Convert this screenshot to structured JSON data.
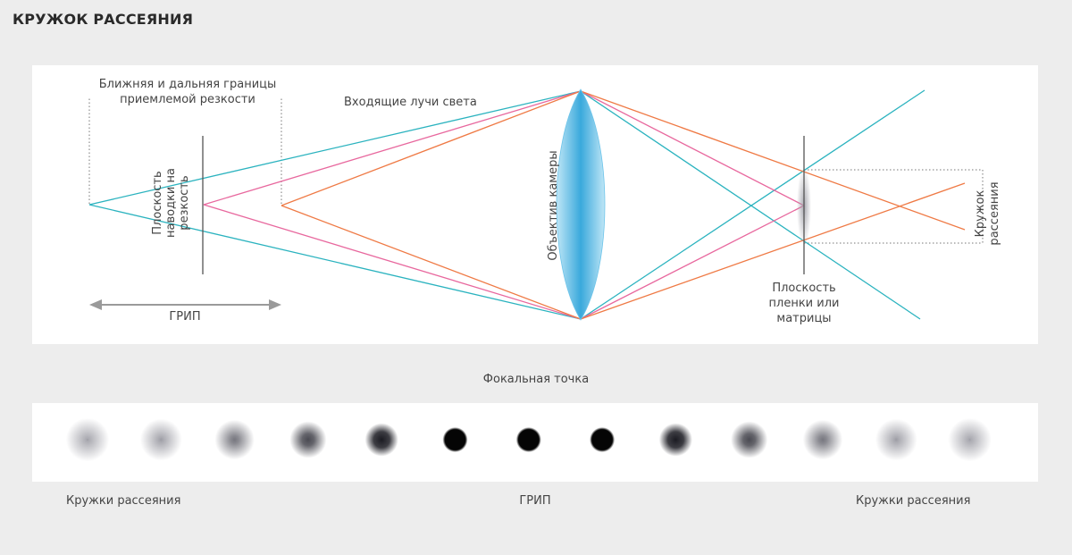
{
  "title": "КРУЖОК РАССЕЯНИЯ",
  "labels": {
    "limits_line1": "Ближняя и дальняя границы",
    "limits_line2": "приемлемой резкости",
    "incoming_rays": "Входящие лучи света",
    "focus_plane_line1": "Плоскость",
    "focus_plane_line2": "наводки на",
    "focus_plane_line3": "резкость",
    "lens": "Объектив камеры",
    "film_plane_line1": "Плоскость",
    "film_plane_line2": "пленки или",
    "film_plane_line3": "матрицы",
    "coc_line1": "Кружок",
    "coc_line2": "рассеяния",
    "dof": "ГРИП",
    "focal_point": "Фокальная точка",
    "circles_left": "Кружки рассеяния",
    "circles_dof": "ГРИП",
    "circles_right": "Кружки рассеяния"
  },
  "colors": {
    "background": "#ededed",
    "panel": "#ffffff",
    "ray_teal": "#2bb3bf",
    "ray_pink": "#e8689e",
    "ray_orange": "#ef7a45",
    "lens": "#4ab3e0",
    "line": "#555555",
    "arrow": "#9a9a9a"
  },
  "icons": {
    "dof_arrow": "double-arrow-icon",
    "lens": "lens-icon"
  },
  "circles": {
    "count": 13,
    "sharpness": [
      0.1,
      0.2,
      0.35,
      0.55,
      0.8,
      1,
      1,
      1,
      0.8,
      0.55,
      0.35,
      0.2,
      0.1
    ]
  }
}
